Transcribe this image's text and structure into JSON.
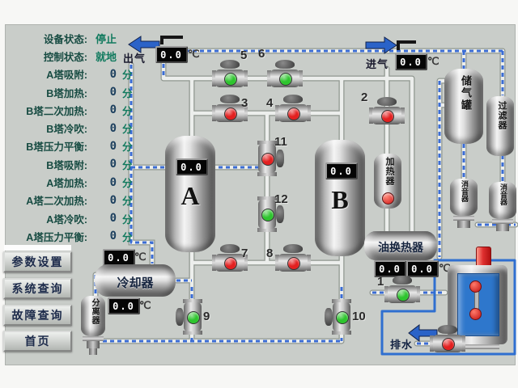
{
  "status_panel": {
    "rows": [
      {
        "label": "设备状态:",
        "value": "停止",
        "unit": ""
      },
      {
        "label": "控制状态:",
        "value": "就地",
        "unit": ""
      },
      {
        "label": "A塔吸附:",
        "value": "0",
        "unit": "分"
      },
      {
        "label": "B塔加热:",
        "value": "0",
        "unit": "分"
      },
      {
        "label": "B塔二次加热:",
        "value": "0",
        "unit": "分"
      },
      {
        "label": "B塔冷吹:",
        "value": "0",
        "unit": "分"
      },
      {
        "label": "B塔压力平衡:",
        "value": "0",
        "unit": "分"
      },
      {
        "label": "B塔吸附:",
        "value": "0",
        "unit": "分"
      },
      {
        "label": "A塔加热:",
        "value": "0",
        "unit": "分"
      },
      {
        "label": "A塔二次加热:",
        "value": "0",
        "unit": "分"
      },
      {
        "label": "A塔冷吹:",
        "value": "0",
        "unit": "分"
      },
      {
        "label": "A塔压力平衡:",
        "value": "0",
        "unit": "分"
      }
    ]
  },
  "nav": {
    "buttons": [
      {
        "label": "参数设置"
      },
      {
        "label": "系统查询"
      },
      {
        "label": "故障查询"
      },
      {
        "label": "首页"
      }
    ]
  },
  "flows": {
    "outlet": {
      "label": "出气",
      "temp": "0.0",
      "unit": "℃"
    },
    "inlet": {
      "label": "进气",
      "temp": "0.0",
      "unit": "℃"
    },
    "drain": {
      "label": "排水"
    }
  },
  "towers": {
    "a": {
      "letter": "A",
      "temp": "0.0"
    },
    "b": {
      "letter": "B",
      "temp": "0.0"
    }
  },
  "devices": {
    "heater": {
      "label": "加热器"
    },
    "heat_exchanger": {
      "label": "油换热器",
      "temp1": "0.0",
      "temp2": "0.0",
      "unit": "℃"
    },
    "cooler": {
      "label": "冷却器",
      "temp_top": "0.0",
      "temp_bottom": "0.0",
      "unit": "℃"
    },
    "separator": {
      "label": "分离器"
    },
    "storage_tank": {
      "label": "储气罐"
    },
    "filter": {
      "label": "过滤器"
    },
    "muffler_left": {
      "label": "消音器"
    },
    "muffler_right": {
      "label": "消音器"
    }
  },
  "valves": [
    {
      "id": "1",
      "state": "open",
      "color": "#2ec52e"
    },
    {
      "id": "2",
      "state": "closed",
      "color": "#e32020"
    },
    {
      "id": "3",
      "state": "closed",
      "color": "#e32020"
    },
    {
      "id": "4",
      "state": "closed",
      "color": "#e32020"
    },
    {
      "id": "5",
      "state": "open",
      "color": "#2ec52e"
    },
    {
      "id": "6",
      "state": "open",
      "color": "#2ec52e"
    },
    {
      "id": "7",
      "state": "closed",
      "color": "#e32020"
    },
    {
      "id": "8",
      "state": "closed",
      "color": "#e32020"
    },
    {
      "id": "9",
      "state": "open",
      "color": "#2ec52e"
    },
    {
      "id": "10",
      "state": "open",
      "color": "#2ec52e"
    },
    {
      "id": "11",
      "state": "closed",
      "color": "#e32020"
    },
    {
      "id": "12",
      "state": "open",
      "color": "#2ec52e"
    },
    {
      "id": "",
      "state": "closed",
      "color": "#e32020"
    }
  ],
  "colors": {
    "valve_open": "#2ec52e",
    "valve_closed": "#e32020",
    "pipe_dash": "#3a6cd4",
    "frame_blue": "#2f6fd0",
    "heater_lamp": "#e82121"
  }
}
